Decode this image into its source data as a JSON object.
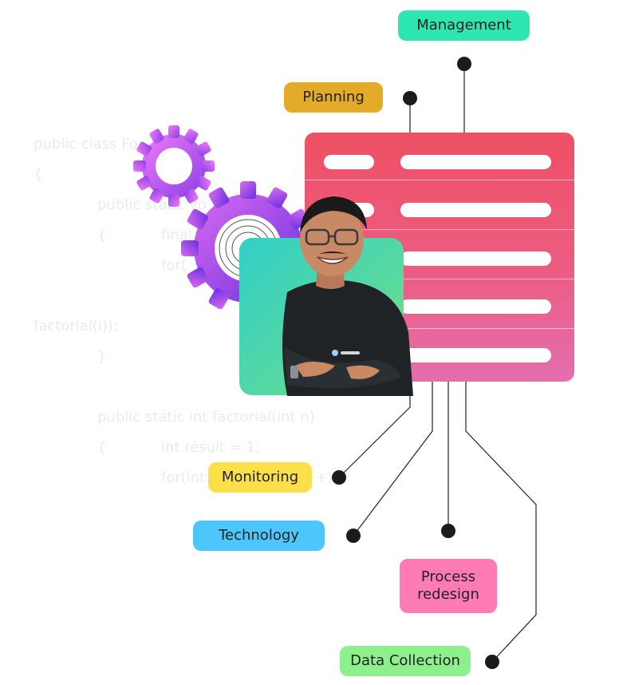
{
  "code_lines": [
    "public class Fo",
    "{",
    "public static vo",
    "{",
    "final",
    "for(",
    "factorial(i));",
    "}",
    "public static int factorial(int n)",
    "{",
    "int result = 1;",
    "for(int",
    "++)"
  ],
  "tags": {
    "management": "Management",
    "planning": "Planning",
    "monitoring": "Monitoring",
    "technology": "Technology",
    "process_redesign": "Process redesign",
    "data_collection": "Data Collection"
  },
  "colors": {
    "management": "#2ee6b0",
    "planning": "#e3ab27",
    "monitoring": "#fbe04a",
    "technology": "#4cc6fb",
    "process_redesign": "#ff7bb5",
    "data_collection": "#8ef08c",
    "board": "#ef5064",
    "gear": "#b04cf0"
  },
  "icons": [
    "gear-icon-small",
    "gear-icon-large",
    "person-photo"
  ]
}
